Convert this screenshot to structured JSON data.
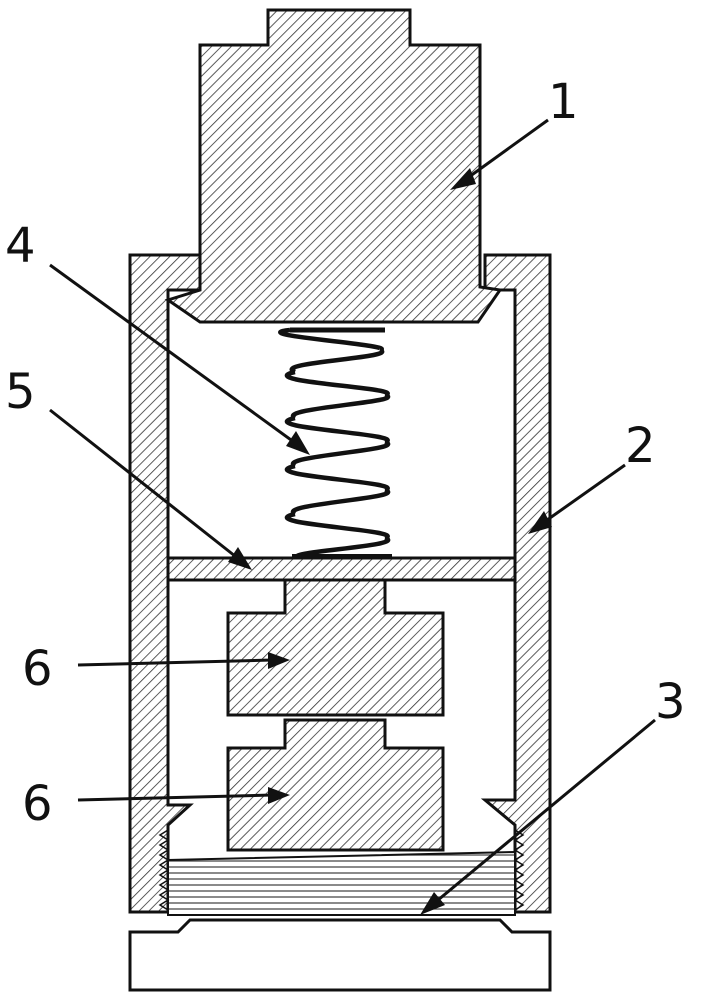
{
  "labels": {
    "cap": "1",
    "housing": "2",
    "bottom_thread": "3",
    "spring": "4",
    "plate": "5",
    "block_upper": "6",
    "block_lower": "6"
  },
  "colors": {
    "stroke": "#111111",
    "hatch": "#333333",
    "background": "#ffffff"
  }
}
